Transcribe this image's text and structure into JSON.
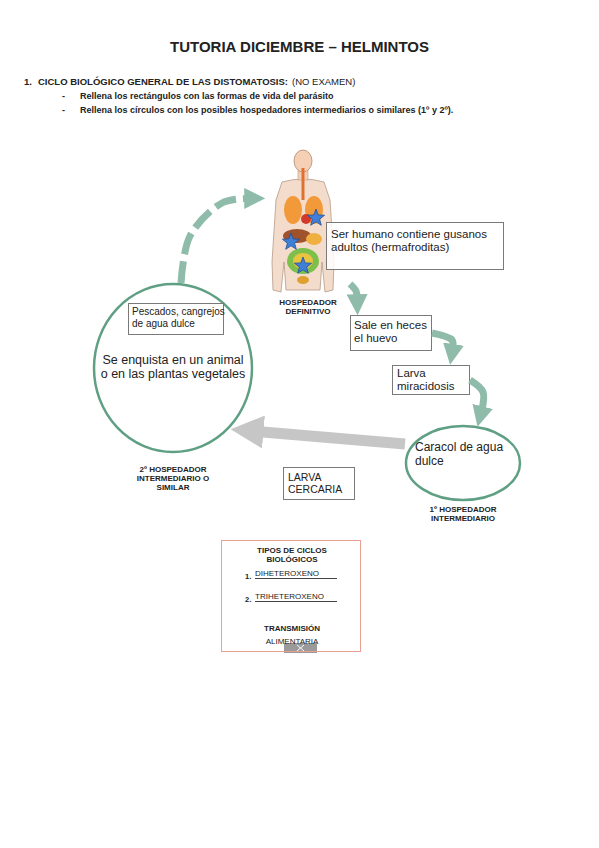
{
  "diagram": {
    "title": "TUTORIA DICIEMBRE – HELMINTOS",
    "nodes": [
      {
        "text": [
          "HOSPEDADOR DEFINITIVO"
        ]
      },
      {
        "text": [
          "Ser humano contiene gusanos adultos (hermafroditas)"
        ]
      },
      {
        "text": [
          "Se enquista en un animal o en las plantas vegetales",
          "2º HOSPEDADOR INTERMEDIARIO O SIMILAR"
        ]
      },
      {
        "text": [
          "Pescados, cangrejos de agua dulce"
        ],
        "in": 2
      },
      {
        "text": [
          "Sale en heces el huevo"
        ]
      },
      {
        "text": [
          "Larva miracidosis"
        ]
      },
      {
        "text": [
          "Caracol de agua dulce",
          "1º HOSPEDADOR INTERMEDIARIO"
        ]
      },
      {
        "text": [
          "LARVA CERCARIA"
        ]
      },
      {
        "text": [
          "TIPOS DE CICLOS BIOLÓGICOS",
          "1.",
          "DIHETEROXENO",
          "2.",
          "TRIHETEROXENO",
          "TRANSMISIÓN",
          "ALIMENTARIA"
        ]
      }
    ],
    "edges": [
      {
        "from": 2,
        "to": 0,
        "arrow": "to"
      },
      {
        "from": 0,
        "to": 4,
        "arrow": "to"
      },
      {
        "from": 4,
        "to": 5,
        "arrow": "to"
      },
      {
        "from": 5,
        "to": 6,
        "arrow": "to"
      },
      {
        "from": 6,
        "to": 2,
        "arrow": "to"
      }
    ],
    "labels": [
      "1.",
      "CICLO BIOLÓGICO GENERAL DE LAS DISTOMATOSIS:",
      "(NO EXAMEN)",
      "-",
      "Rellena los rectángulos con las formas de vida del parásito",
      "-",
      "Rellena los círculos con los posibles hospedadores intermediarios o similares (1º y 2º)."
    ]
  }
}
